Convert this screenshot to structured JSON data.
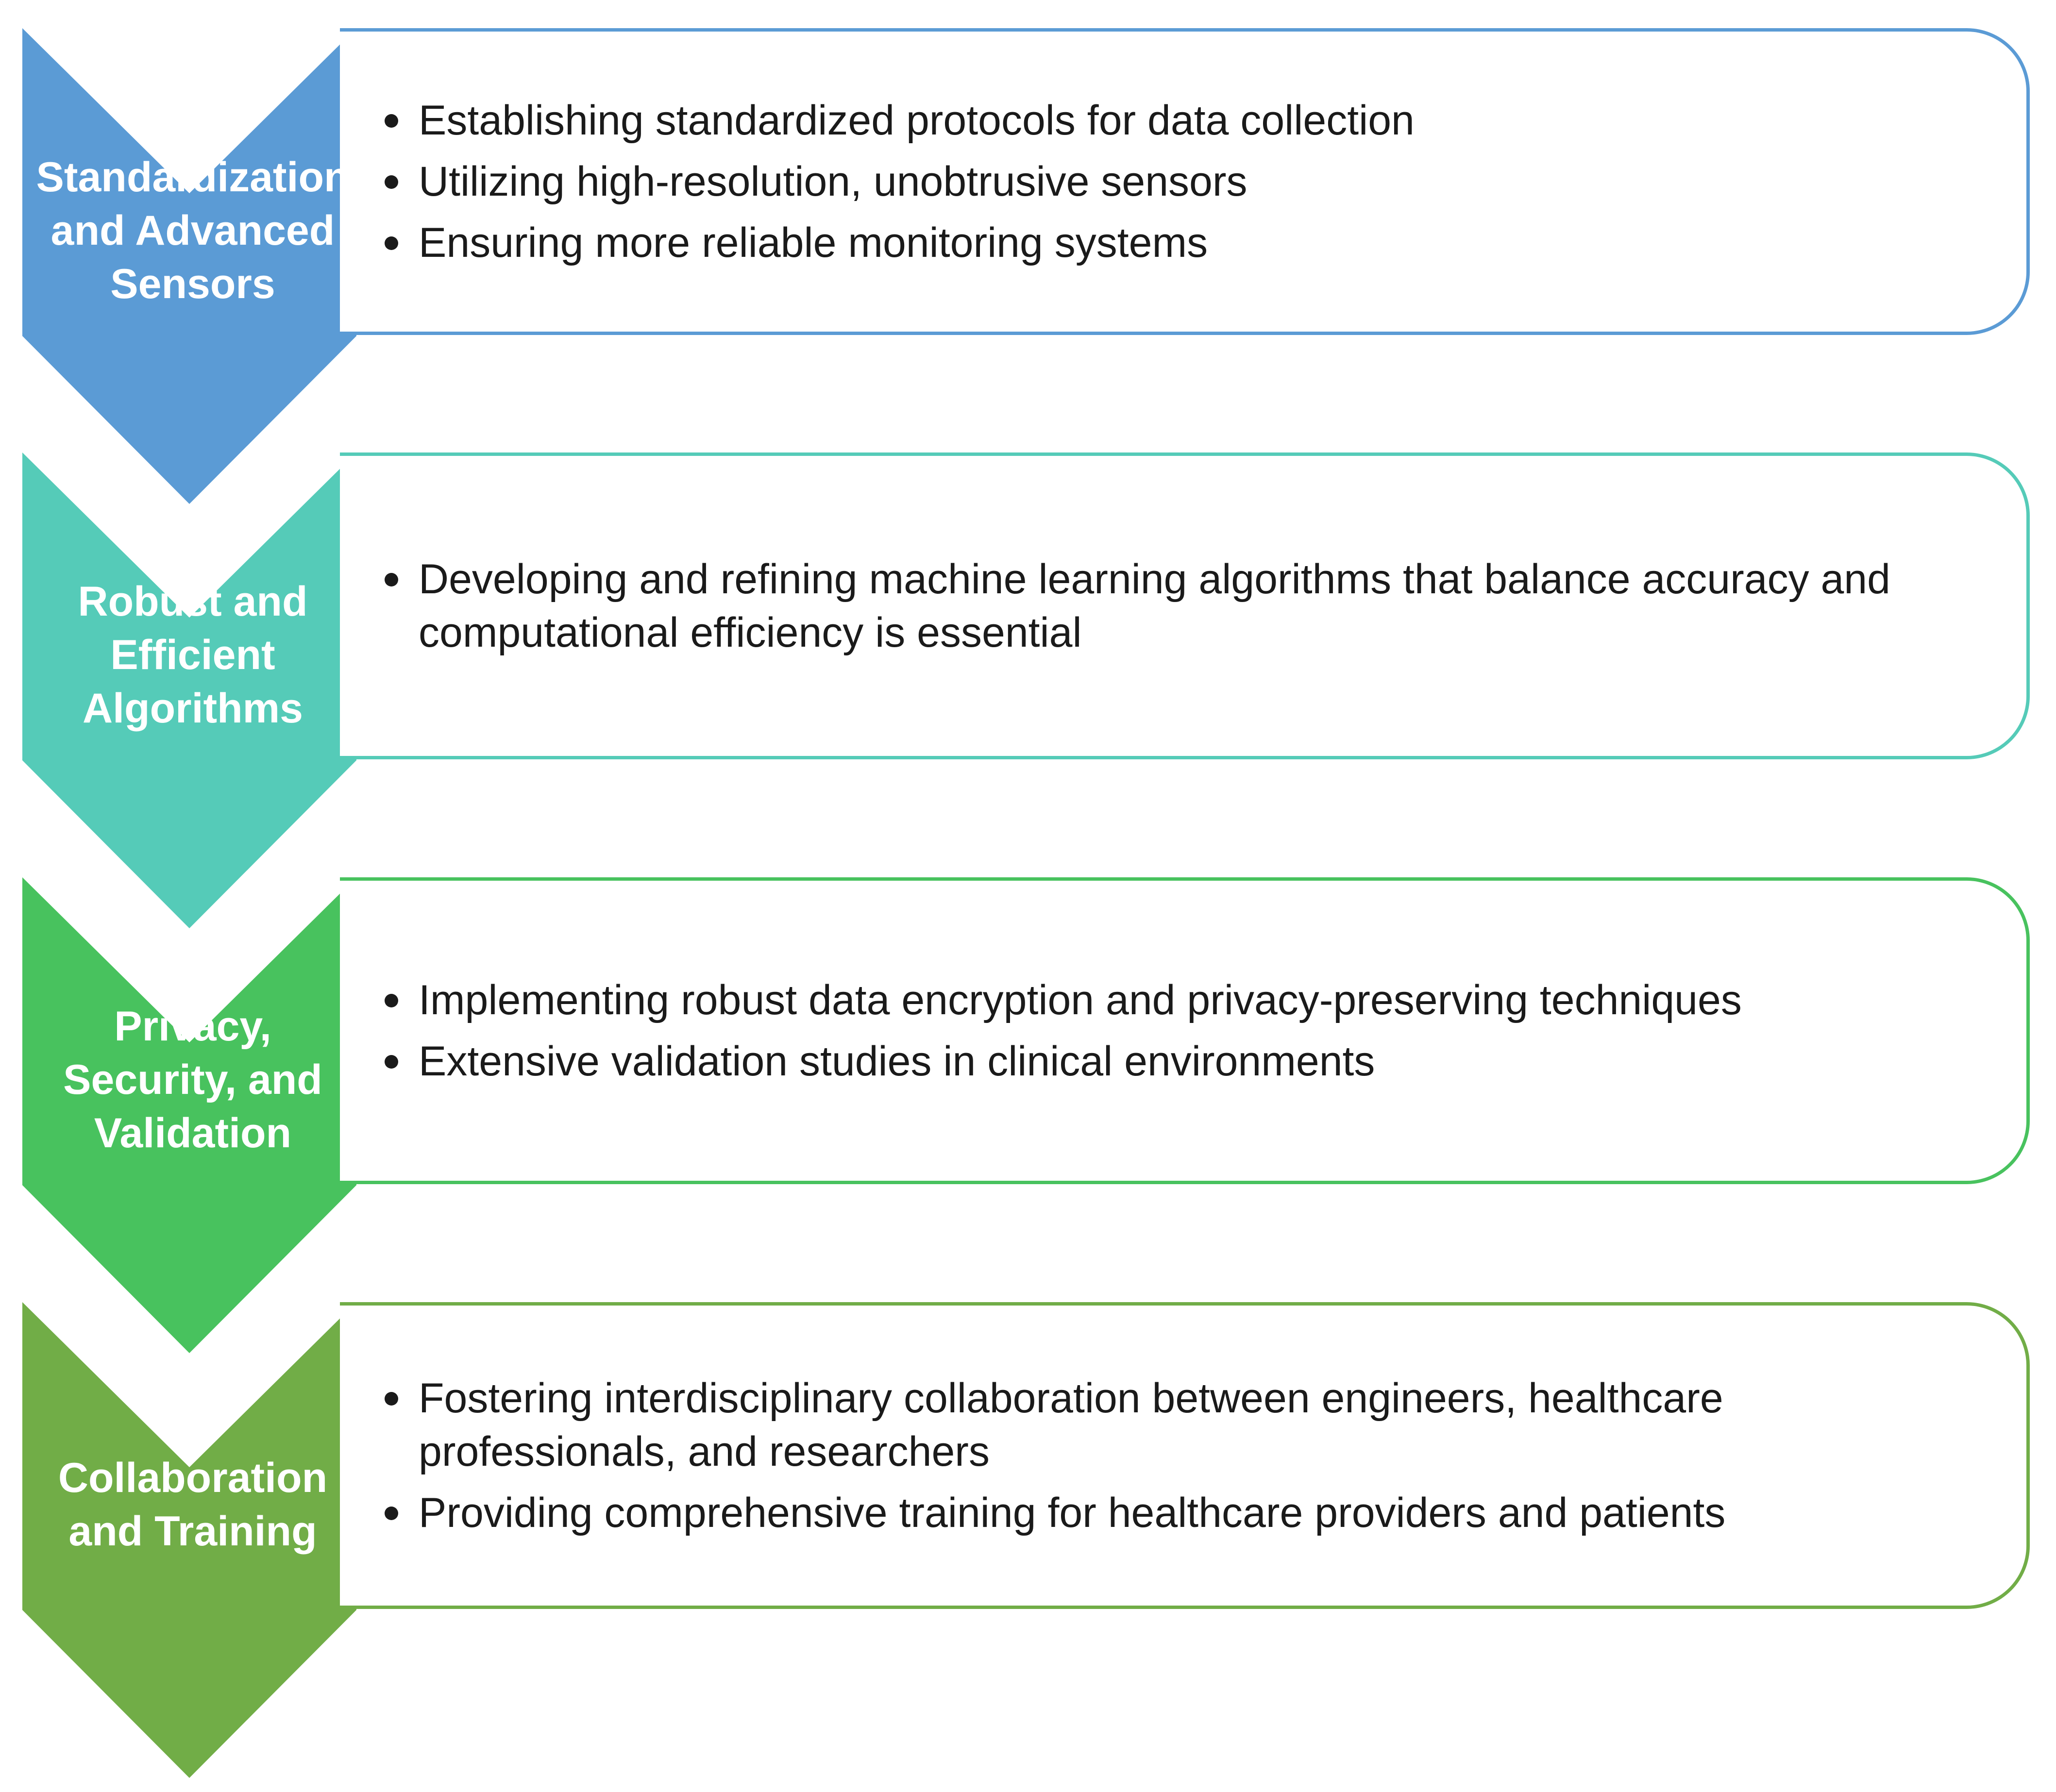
{
  "steps": [
    {
      "label": "Standardization\nand Advanced\nSensors",
      "color": "#5B9BD5",
      "bullets": [
        "Establishing standardized protocols for data collection",
        "Utilizing high-resolution, unobtrusive sensors",
        "Ensuring more reliable monitoring systems"
      ]
    },
    {
      "label": "Robust and\nEfficient\nAlgorithms",
      "color": "#55CBB8",
      "bullets": [
        "Developing and refining machine learning algorithms that balance accuracy and\ncomputational efficiency is essential"
      ]
    },
    {
      "label": "Privacy,\nSecurity, and\nValidation",
      "color": "#48C25E",
      "bullets": [
        "Implementing robust data encryption and privacy-preserving techniques",
        "Extensive validation studies in clinical environments"
      ]
    },
    {
      "label": "Collaboration\nand Training",
      "color": "#71AD47",
      "bullets": [
        "Fostering interdisciplinary collaboration between engineers, healthcare\nprofessionals, and researchers",
        "Providing comprehensive training for healthcare providers and patients"
      ]
    }
  ]
}
